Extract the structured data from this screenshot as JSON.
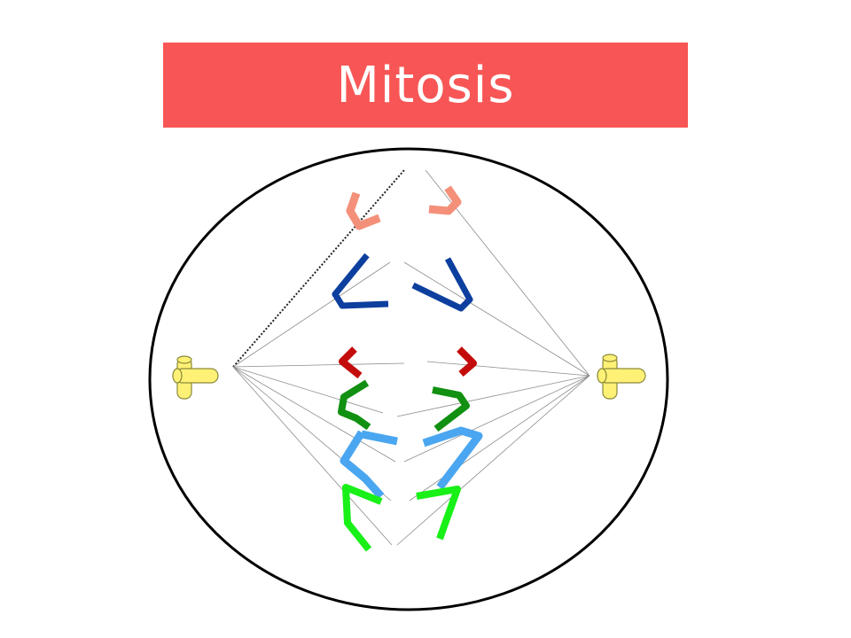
{
  "slide": {
    "title": "Mitosis"
  },
  "colors": {
    "banner": "#f85656",
    "title_text": "#ffffff",
    "cell_outline": "#000000",
    "centriole": "#fff176",
    "chromosome_pair_1": "#f4907a",
    "chromosome_pair_2": "#0d3f9f",
    "chromosome_pair_3": "#c40b0b",
    "chromosome_pair_4": "#119011",
    "chromosome_pair_5": "#4aa6f0",
    "chromosome_pair_6": "#18f018"
  },
  "diagram": {
    "stage": "anaphase",
    "chromosome_pairs": 6,
    "centrosomes": 2,
    "icons": [
      "left-centriole-icon",
      "right-centriole-icon"
    ]
  }
}
